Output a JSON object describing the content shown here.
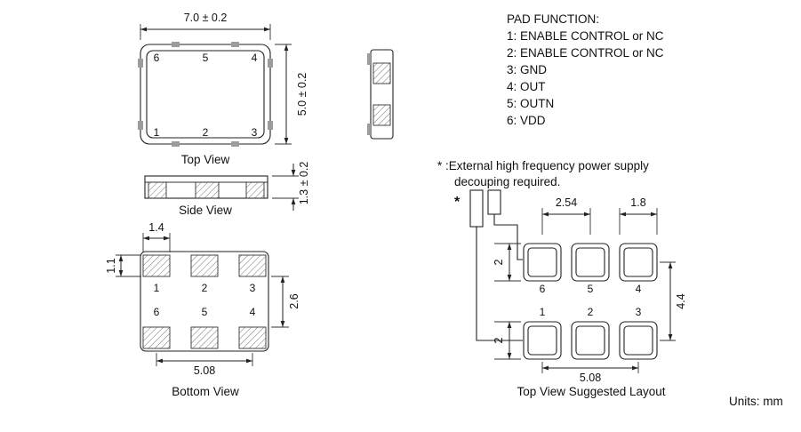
{
  "pad_function": {
    "title": "PAD FUNCTION:",
    "items": [
      "1: ENABLE CONTROL or NC",
      "2: ENABLE CONTROL or NC",
      "3: GND",
      "4: OUT",
      "5: OUTN",
      "6: VDD"
    ]
  },
  "note": {
    "line1": "* :External high frequency power supply",
    "line2": "decouping required."
  },
  "units_label": "Units: mm",
  "top_view": {
    "label": "Top View",
    "dim_width": "7.0 ± 0.2",
    "dim_height": "5.0 ± 0.2",
    "pins_top": [
      "6",
      "5",
      "4"
    ],
    "pins_bottom": [
      "1",
      "2",
      "3"
    ]
  },
  "side_view": {
    "label": "Side View",
    "dim_height": "1.3 ± 0.2"
  },
  "bottom_view": {
    "label": "Bottom View",
    "dim_pad_width": "1.4",
    "dim_pad_height": "1.1",
    "dim_row_gap": "2.6",
    "dim_pitch": "5.08",
    "pins_row1": [
      "1",
      "2",
      "3"
    ],
    "pins_row2": [
      "6",
      "5",
      "4"
    ]
  },
  "layout_view": {
    "label": "Top View Suggested Layout",
    "asterisk": "*",
    "dim_pitch_x": "2.54",
    "dim_pad_width": "1.8",
    "dim_pad_height_top": "2",
    "dim_pad_height_bottom": "2",
    "dim_row_pitch": "4.4",
    "dim_span": "5.08",
    "pins_row1": [
      "6",
      "5",
      "4"
    ],
    "pins_row2": [
      "1",
      "2",
      "3"
    ]
  }
}
